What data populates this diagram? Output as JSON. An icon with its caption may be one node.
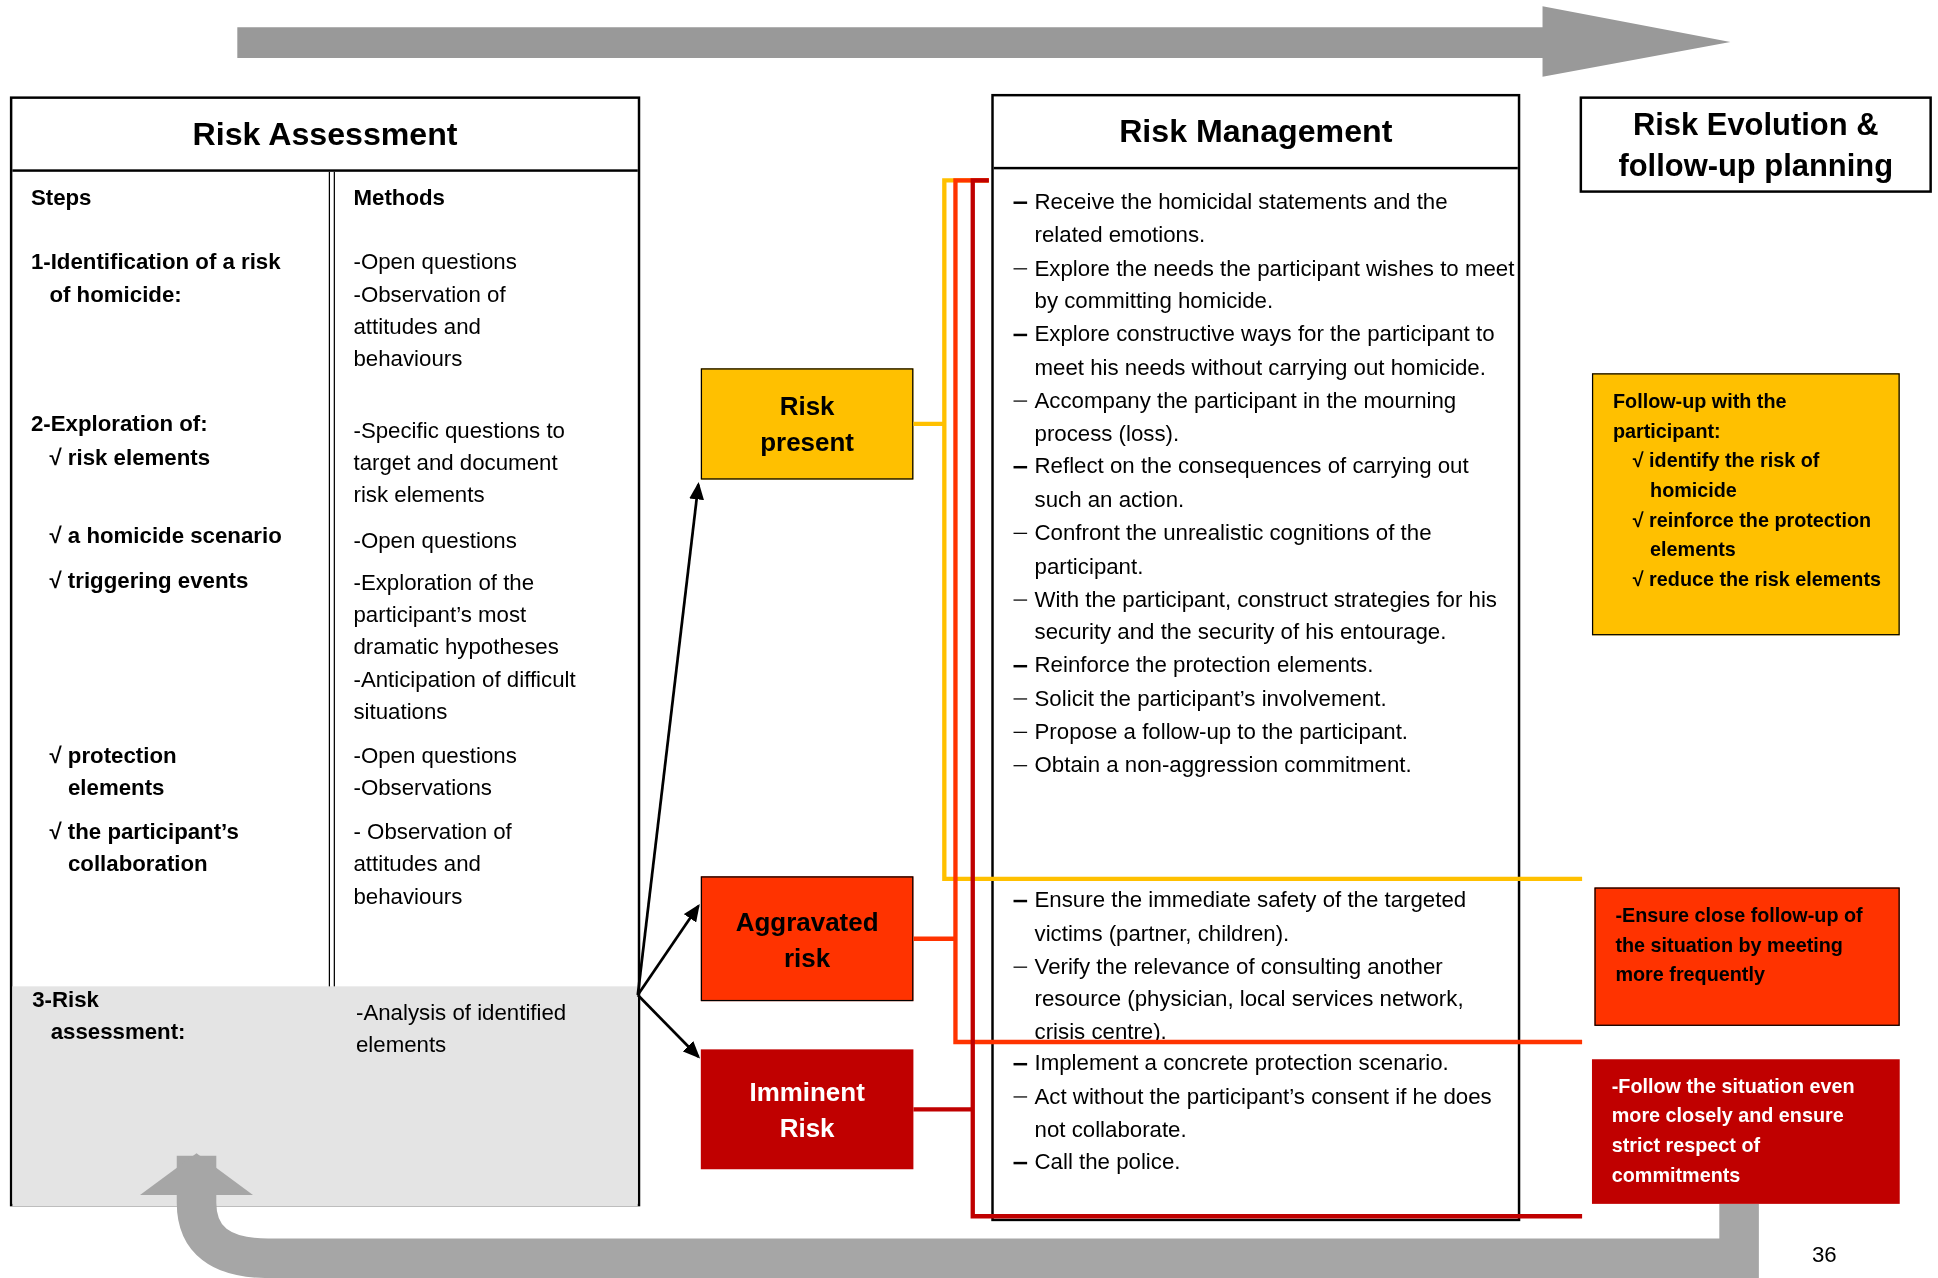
{
  "diagram": {
    "nodes": [
      {
        "text": [
          "Risk Assessment"
        ]
      },
      {
        "text": [
          "3-Risk assessment:",
          "-Analysis of identified elements"
        ],
        "in": 0
      },
      {
        "text": [
          "Risk present"
        ]
      },
      {
        "text": [
          "Aggravated risk"
        ]
      },
      {
        "text": [
          "Imminent Risk"
        ]
      },
      {
        "text": [
          "Risk Management"
        ]
      },
      {
        "text": [
          "Receive the homicidal statements and the related emotions.",
          "Explore the needs the participant wishes to meet by committing homicide.",
          "Explore constructive ways for the participant to meet his needs without carrying out homicide.",
          "Accompany the participant in the mourning process (loss).",
          "Reflect on the consequences of carrying out such an action.",
          "Confront the unrealistic cognitions of the participant.",
          "With the participant, construct strategies for his security and the security of his entourage.",
          "Reinforce the protection elements.",
          "Solicit the participant’s involvement.",
          "Propose a follow-up to the participant.",
          "Obtain a non-aggression commitment."
        ],
        "in": 5
      },
      {
        "text": [
          "Ensure the immediate safety of the targeted victims (partner, children).",
          "Verify the relevance of consulting another resource (physician, local services network, crisis centre)."
        ],
        "in": 5
      },
      {
        "text": [
          "Implement a concrete protection scenario.",
          "Act without the participant’s consent if he does not collaborate.",
          "Call the police."
        ],
        "in": 5
      },
      {
        "text": [
          "Risk Evolution & follow-up planning"
        ]
      },
      {
        "text": [
          "Follow-up with the participant:",
          "√ identify the risk of homicide",
          "√ reinforce the protection elements",
          "√ reduce the risk elements"
        ]
      },
      {
        "text": [
          "-Ensure close follow-up of the situation by meeting more frequently"
        ]
      },
      {
        "text": [
          "-Follow the situation even more closely and ensure strict respect of commitments"
        ]
      }
    ],
    "edges": [
      {
        "from": 1,
        "to": 2,
        "arrow": "to"
      },
      {
        "from": 1,
        "to": 3,
        "arrow": "to"
      },
      {
        "from": 1,
        "to": 4,
        "arrow": "to"
      },
      {
        "from": 2,
        "to": 6,
        "arrow": "none",
        "color": "#ffc000"
      },
      {
        "from": 3,
        "to": 7,
        "arrow": "none",
        "color": "#ff3300"
      },
      {
        "from": 4,
        "to": 8,
        "arrow": "none",
        "color": "#c00000"
      },
      {
        "from": 12,
        "to": 1,
        "arrow": "to",
        "style": "thick",
        "color": "#a6a6a6"
      }
    ],
    "labels": [
      "Steps",
      "Methods",
      "1-Identification of a risk of homicide:",
      "-Open questions",
      "-Observation of attitudes and behaviours",
      "2-Exploration of:",
      "√ risk elements",
      "-Specific questions to target and document risk elements",
      "√ a homicide scenario",
      "-Open questions",
      "√ triggering events",
      "-Exploration of the participant’s most dramatic hypotheses",
      "-Anticipation of difficult situations",
      "√ protection elements",
      "-Open questions",
      "-Observations",
      "√ the participant’s collaboration",
      "- Observation of attitudes and behaviours",
      "36"
    ]
  }
}
